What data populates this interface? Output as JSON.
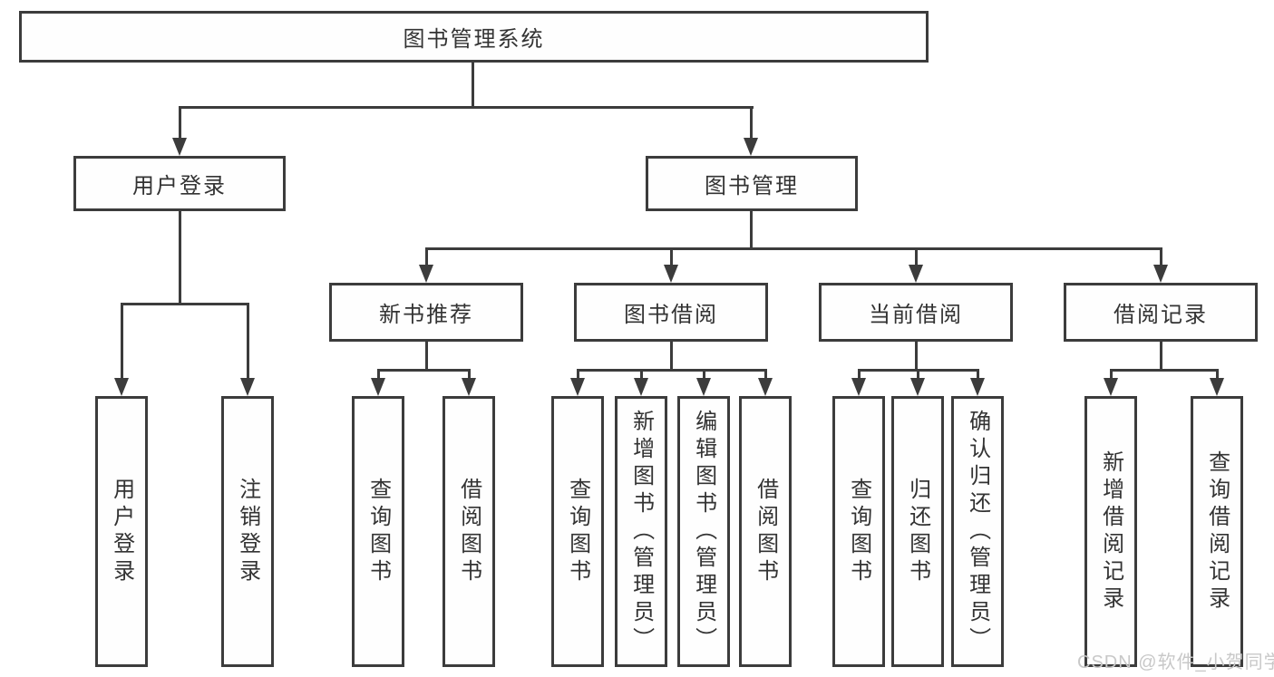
{
  "nodes": {
    "root": "图书管理系统",
    "user_login": "用户登录",
    "book_management": "图书管理",
    "new_book_recommend": "新书推荐",
    "book_borrow": "图书借阅",
    "current_borrow": "当前借阅",
    "borrow_records": "借阅记录",
    "leaf_user_login": "用户登录",
    "leaf_logout": "注销登录",
    "leaf_query_books_1": "查询图书",
    "leaf_borrow_books_1": "借阅图书",
    "leaf_query_books_2": "查询图书",
    "leaf_add_book_admin": "新增图书（管理员）",
    "leaf_edit_book_admin": "编辑图书（管理员）",
    "leaf_borrow_books_2": "借阅图书",
    "leaf_query_books_3": "查询图书",
    "leaf_return_book": "归还图书",
    "leaf_confirm_return_admin": "确认归还（管理员）",
    "leaf_add_borrow_record": "新增借阅记录",
    "leaf_query_borrow_record": "查询借阅记录"
  },
  "watermark": "CSDN @软件_小贺同学",
  "colors": {
    "line": "#3c3c3c",
    "text": "#333333",
    "watermark": "#c8c8c8",
    "background": "#ffffff"
  }
}
